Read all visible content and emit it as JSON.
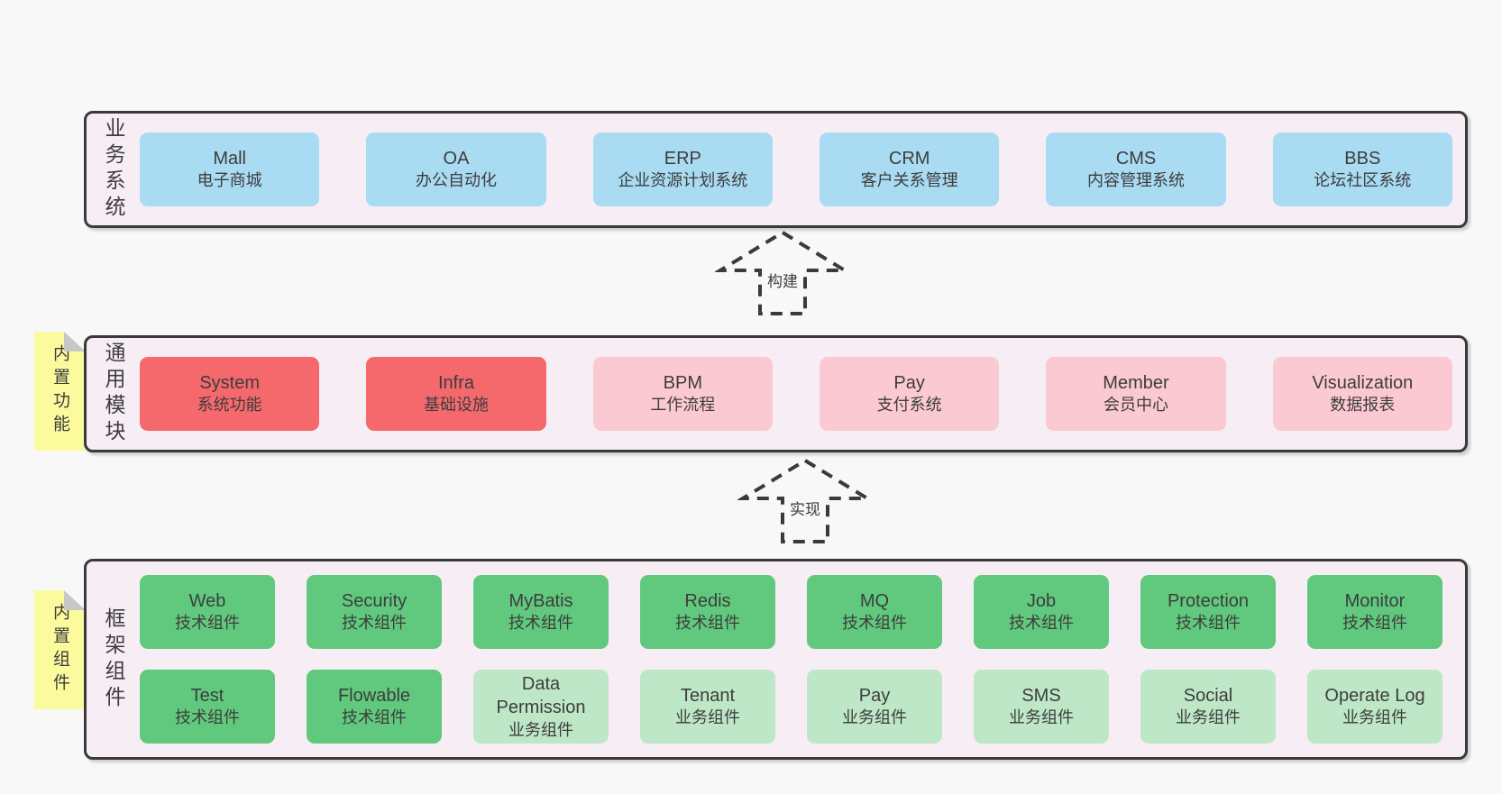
{
  "diagram": {
    "layers": [
      {
        "id": "business-systems",
        "label": "业务系统",
        "sticky": null,
        "rows": [
          [
            {
              "title": "Mall",
              "subtitle": "电子商城",
              "variant": "blue"
            },
            {
              "title": "OA",
              "subtitle": "办公自动化",
              "variant": "blue"
            },
            {
              "title": "ERP",
              "subtitle": "企业资源计划系统",
              "variant": "blue"
            },
            {
              "title": "CRM",
              "subtitle": "客户关系管理",
              "variant": "blue"
            },
            {
              "title": "CMS",
              "subtitle": "内容管理系统",
              "variant": "blue"
            },
            {
              "title": "BBS",
              "subtitle": "论坛社区系统",
              "variant": "blue"
            }
          ]
        ]
      },
      {
        "id": "common-modules",
        "label": "通用模块",
        "sticky": "内置功能",
        "rows": [
          [
            {
              "title": "System",
              "subtitle": "系统功能",
              "variant": "red"
            },
            {
              "title": "Infra",
              "subtitle": "基础设施",
              "variant": "red"
            },
            {
              "title": "BPM",
              "subtitle": "工作流程",
              "variant": "pink"
            },
            {
              "title": "Pay",
              "subtitle": "支付系统",
              "variant": "pink"
            },
            {
              "title": "Member",
              "subtitle": "会员中心",
              "variant": "pink"
            },
            {
              "title": "Visualization",
              "subtitle": "数据报表",
              "variant": "pink"
            }
          ]
        ]
      },
      {
        "id": "framework-components",
        "label": "框架组件",
        "sticky": "内置组件",
        "rows": [
          [
            {
              "title": "Web",
              "subtitle": "技术组件",
              "variant": "green"
            },
            {
              "title": "Security",
              "subtitle": "技术组件",
              "variant": "green"
            },
            {
              "title": "MyBatis",
              "subtitle": "技术组件",
              "variant": "green"
            },
            {
              "title": "Redis",
              "subtitle": "技术组件",
              "variant": "green"
            },
            {
              "title": "MQ",
              "subtitle": "技术组件",
              "variant": "green"
            },
            {
              "title": "Job",
              "subtitle": "技术组件",
              "variant": "green"
            },
            {
              "title": "Protection",
              "subtitle": "技术组件",
              "variant": "green"
            },
            {
              "title": "Monitor",
              "subtitle": "技术组件",
              "variant": "green"
            }
          ],
          [
            {
              "title": "Test",
              "subtitle": "技术组件",
              "variant": "green"
            },
            {
              "title": "Flowable",
              "subtitle": "技术组件",
              "variant": "green"
            },
            {
              "title": "Data Permission",
              "subtitle": "业务组件",
              "variant": "lightgreen"
            },
            {
              "title": "Tenant",
              "subtitle": "业务组件",
              "variant": "lightgreen"
            },
            {
              "title": "Pay",
              "subtitle": "业务组件",
              "variant": "lightgreen"
            },
            {
              "title": "SMS",
              "subtitle": "业务组件",
              "variant": "lightgreen"
            },
            {
              "title": "Social",
              "subtitle": "业务组件",
              "variant": "lightgreen"
            },
            {
              "title": "Operate Log",
              "subtitle": "业务组件",
              "variant": "lightgreen"
            }
          ]
        ]
      }
    ],
    "arrows": [
      {
        "id": "build",
        "label": "构建"
      },
      {
        "id": "implement",
        "label": "实现"
      }
    ],
    "colors": {
      "blue": "#a9dbf2",
      "red": "#f5696d",
      "pink": "#fbc9d2",
      "green": "#61c97d",
      "lightgreen": "#bde7c6",
      "sticky_yellow": "#fbfb9e",
      "layer_background": "#f7edf5",
      "border": "#3a3a3a",
      "page_background": "#f8f8f8",
      "text": "#3d3d3d"
    }
  }
}
